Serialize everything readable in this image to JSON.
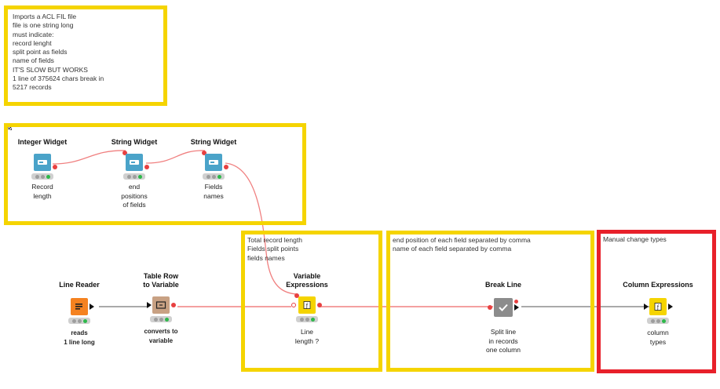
{
  "annotations": [
    {
      "id": "import-note",
      "text": "Imports a ACL FIL file\nfile is one string long\nmust indicate:\nrecord lenght\nsplit point as fields\nname of fields\nIT'S SLOW BUT WORKS\n1 line of 375624 chars break in\n5217 records",
      "color": "#f5d400"
    },
    {
      "id": "widgets-group",
      "text": "",
      "color": "#f5d400"
    },
    {
      "id": "variable-note",
      "text": "Total record length\nFields split points\nfields names",
      "color": "#f5d400"
    },
    {
      "id": "breakline-note",
      "text": "end position of each field separated by comma\nname of each field separated by comma",
      "color": "#f5d400"
    },
    {
      "id": "column-note",
      "text": "Manual change types",
      "color": "#e8202a"
    }
  ],
  "nodes": [
    {
      "id": "integer-widget",
      "title": "Integer Widget",
      "desc": "Record\nlength",
      "icon": "widget-icon",
      "color": "#4aa3c9"
    },
    {
      "id": "string-widget-1",
      "title": "String Widget",
      "desc": "end\npositions\nof fields",
      "icon": "widget-icon",
      "color": "#4aa3c9"
    },
    {
      "id": "string-widget-2",
      "title": "String Widget",
      "desc": "Fields\nnames",
      "icon": "widget-icon",
      "color": "#4aa3c9"
    },
    {
      "id": "line-reader",
      "title": "Line Reader",
      "desc": "reads\n1 line long",
      "icon": "reader-icon",
      "color": "#f58220"
    },
    {
      "id": "table-row-to-variable",
      "title": "Table Row\nto Variable",
      "desc": "converts to\nvariable",
      "icon": "converter-icon",
      "color": "#c8a183"
    },
    {
      "id": "variable-expressions",
      "title": "Variable\nExpressions",
      "desc": "Line\nlength ?",
      "icon": "expression-icon",
      "color": "#f5d400"
    },
    {
      "id": "break-line",
      "title": "Break Line",
      "desc": "Split line\nin records\none column",
      "icon": "component-icon",
      "color": "#8c8c8c"
    },
    {
      "id": "column-expressions",
      "title": "Column Expressions",
      "desc": "column\ntypes",
      "icon": "expression-icon",
      "color": "#f5d400"
    }
  ],
  "colors": {
    "flow_variable": "#e84040",
    "data_link": "#444444",
    "annotation_yellow": "#f5d400",
    "annotation_red": "#e8202a"
  }
}
